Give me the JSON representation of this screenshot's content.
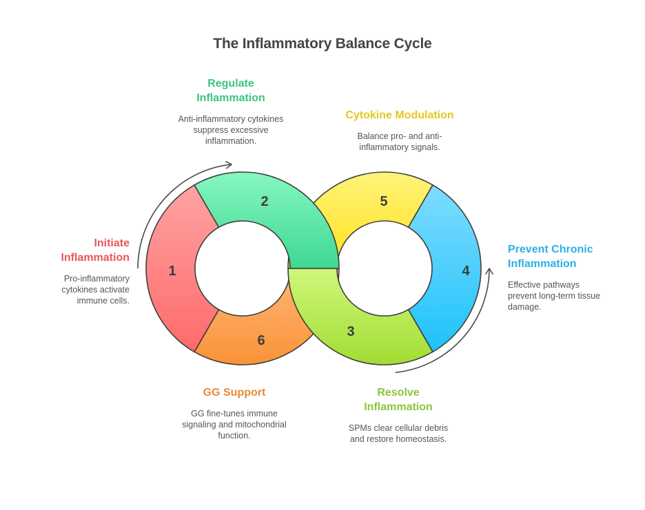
{
  "title": "The Inflammatory Balance Cycle",
  "steps": [
    {
      "number": "1",
      "title_line1": "Initiate",
      "title_line2": "Inflammation",
      "description": [
        "Pro-inflammatory",
        "cytokines activate",
        "immune cells."
      ],
      "color": "#e8565a",
      "fill_top": "#ffa3a3",
      "fill_bottom": "#ff6a6a"
    },
    {
      "number": "2",
      "title_line1": "Regulate",
      "title_line2": "Inflammation",
      "description": [
        "Anti-inflammatory cytokines",
        "suppress excessive",
        "inflammation."
      ],
      "color": "#3cc47f",
      "fill_top": "#86f7c0",
      "fill_bottom": "#3fd892"
    },
    {
      "number": "3",
      "title_line1": "Resolve",
      "title_line2": "Inflammation",
      "description": [
        "SPMs clear cellular debris",
        "and restore homeostasis."
      ],
      "color": "#8cc43b",
      "fill_top": "#d0f77a",
      "fill_bottom": "#a2dc33"
    },
    {
      "number": "4",
      "title_line1": "Prevent Chronic",
      "title_line2": "Inflammation",
      "description": [
        "Effective pathways",
        "prevent long-term tissue",
        "damage."
      ],
      "color": "#2ab0e6",
      "fill_top": "#7fdcff",
      "fill_bottom": "#1ec2fa"
    },
    {
      "number": "5",
      "title_line1": "Cytokine Modulation",
      "title_line2": "",
      "description": [
        "Balance pro- and anti-",
        "inflammatory signals."
      ],
      "color": "#e3c81f",
      "fill_top": "#fff37a",
      "fill_bottom": "#ffe21c"
    },
    {
      "number": "6",
      "title_line1": "GG Support",
      "title_line2": "",
      "description": [
        "GG fine-tunes immune",
        "signaling and mitochondrial",
        "function."
      ],
      "color": "#e98a3a",
      "fill_top": "#ffb877",
      "fill_bottom": "#fa9238"
    }
  ]
}
